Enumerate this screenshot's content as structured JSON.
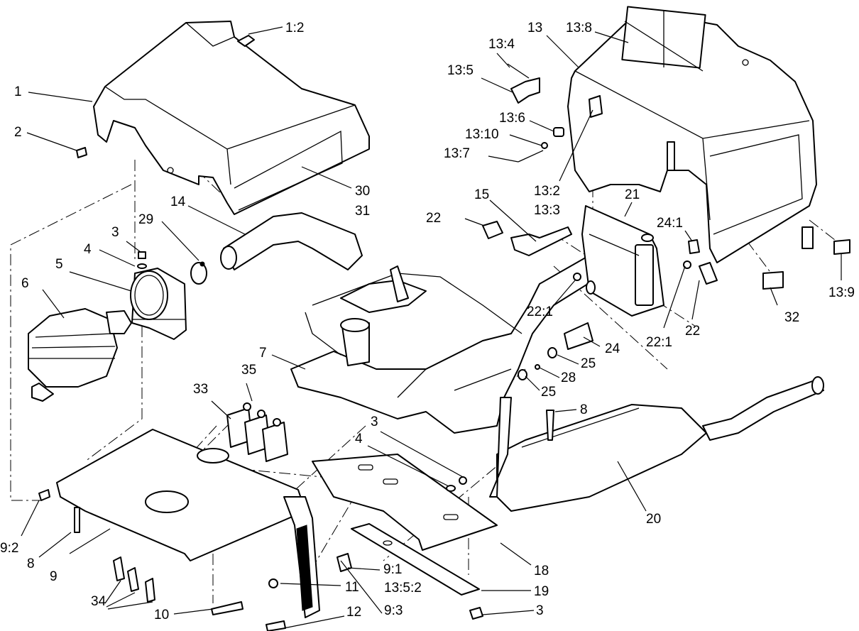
{
  "callouts": [
    {
      "id": "c-1-2",
      "text": "1:2"
    },
    {
      "id": "c-1",
      "text": "1"
    },
    {
      "id": "c-2",
      "text": "2"
    },
    {
      "id": "c-30",
      "text": "30"
    },
    {
      "id": "c-31",
      "text": "31"
    },
    {
      "id": "c-14",
      "text": "14"
    },
    {
      "id": "c-29",
      "text": "29"
    },
    {
      "id": "c-3a",
      "text": "3"
    },
    {
      "id": "c-4a",
      "text": "4"
    },
    {
      "id": "c-5",
      "text": "5"
    },
    {
      "id": "c-6",
      "text": "6"
    },
    {
      "id": "c-7",
      "text": "7"
    },
    {
      "id": "c-35",
      "text": "35"
    },
    {
      "id": "c-33",
      "text": "33"
    },
    {
      "id": "c-9-2",
      "text": "9:2"
    },
    {
      "id": "c-8a",
      "text": "8"
    },
    {
      "id": "c-9",
      "text": "9"
    },
    {
      "id": "c-34",
      "text": "34"
    },
    {
      "id": "c-10",
      "text": "10"
    },
    {
      "id": "c-11",
      "text": "11"
    },
    {
      "id": "c-12",
      "text": "12"
    },
    {
      "id": "c-9-1",
      "text": "9:1"
    },
    {
      "id": "c-13-5-2",
      "text": "13:5:2"
    },
    {
      "id": "c-9-3",
      "text": "9:3"
    },
    {
      "id": "c-3b",
      "text": "3"
    },
    {
      "id": "c-4b",
      "text": "4"
    },
    {
      "id": "c-18",
      "text": "18"
    },
    {
      "id": "c-19",
      "text": "19"
    },
    {
      "id": "c-3c",
      "text": "3"
    },
    {
      "id": "c-13",
      "text": "13"
    },
    {
      "id": "c-13-8",
      "text": "13:8"
    },
    {
      "id": "c-13-4",
      "text": "13:4"
    },
    {
      "id": "c-13-5",
      "text": "13:5"
    },
    {
      "id": "c-13-6",
      "text": "13:6"
    },
    {
      "id": "c-13-10",
      "text": "13:10"
    },
    {
      "id": "c-13-7",
      "text": "13:7"
    },
    {
      "id": "c-13-2",
      "text": "13:2"
    },
    {
      "id": "c-13-3",
      "text": "13:3"
    },
    {
      "id": "c-15",
      "text": "15"
    },
    {
      "id": "c-22a",
      "text": "22"
    },
    {
      "id": "c-21",
      "text": "21"
    },
    {
      "id": "c-24-1",
      "text": "24:1"
    },
    {
      "id": "c-22-1a",
      "text": "22:1"
    },
    {
      "id": "c-22-1b",
      "text": "22:1"
    },
    {
      "id": "c-22b",
      "text": "22"
    },
    {
      "id": "c-32",
      "text": "32"
    },
    {
      "id": "c-13-9",
      "text": "13:9"
    },
    {
      "id": "c-24",
      "text": "24"
    },
    {
      "id": "c-25a",
      "text": "25"
    },
    {
      "id": "c-28",
      "text": "28"
    },
    {
      "id": "c-25b",
      "text": "25"
    },
    {
      "id": "c-8b",
      "text": "8"
    },
    {
      "id": "c-20",
      "text": "20"
    }
  ]
}
